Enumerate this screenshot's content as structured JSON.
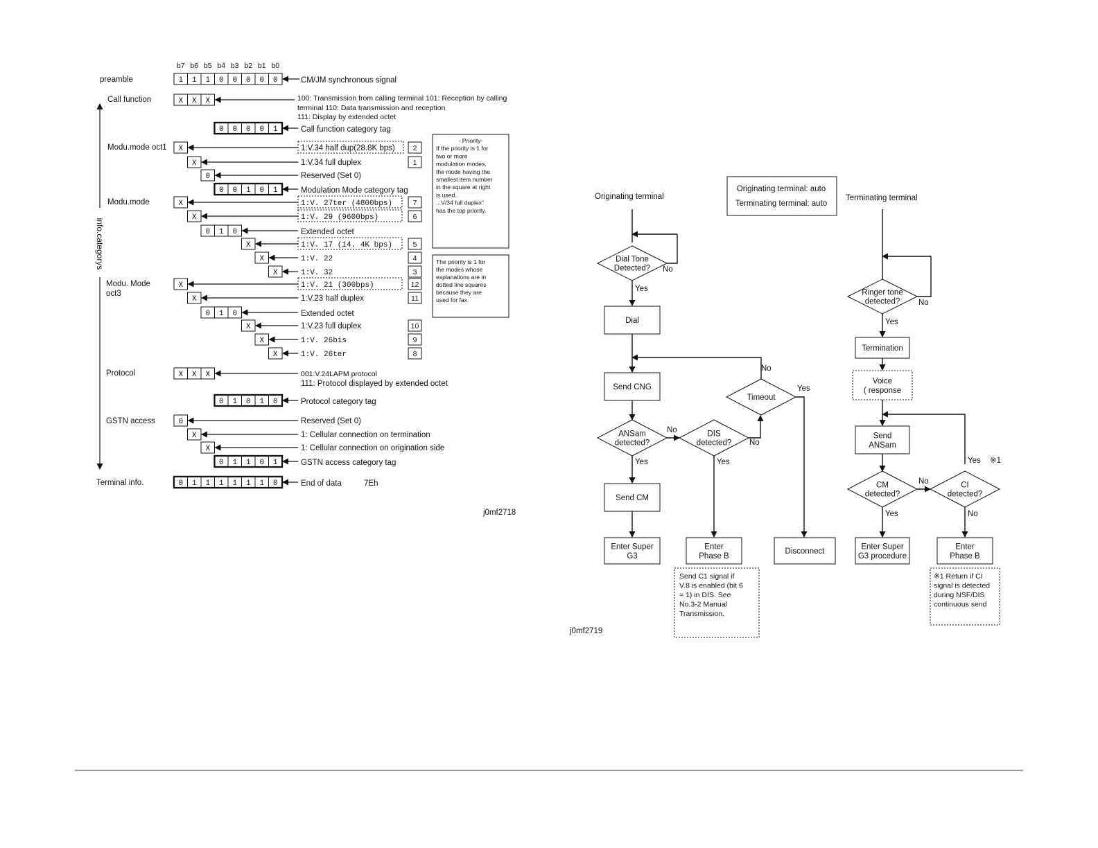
{
  "bits": [
    "b7",
    "b6",
    "b5",
    "b4",
    "b3",
    "b2",
    "b1",
    "b0"
  ],
  "left": {
    "category_axis_label": "info.categorys",
    "figure_id": "j0mf2718",
    "rows": {
      "preamble": {
        "label": "preamble",
        "bits": [
          "1",
          "1",
          "1",
          "0",
          "0",
          "0",
          "0",
          "0"
        ],
        "desc": "CM/JM synchronous signal"
      },
      "call_function": {
        "label": "Call function",
        "bits": [
          "X",
          "X",
          "X"
        ],
        "desc": [
          "100: Transmission from calling terminal    101: Reception by calling",
          "terminal    110: Data transmission and reception",
          "111: Display by extended octet"
        ],
        "tag_bits": [
          "0",
          "0",
          "0",
          "0",
          "1"
        ],
        "tag_desc": "Call function category tag"
      },
      "modu_oct1": {
        "label": "Modu.mode oct1",
        "items": [
          {
            "bit": "X",
            "desc": "1:V.34 half dup(28.8K bps)",
            "num": "2"
          },
          {
            "bit": "X",
            "desc": "1:V.34 full duplex",
            "num": "1"
          },
          {
            "bit": "0",
            "desc": "Reserved (Set 0)"
          }
        ],
        "tag_bits": [
          "0",
          "0",
          "1",
          "0",
          "1"
        ],
        "tag_desc": "Modulation Mode category tag"
      },
      "modu_mode": {
        "label": "Modu.mode",
        "items": [
          {
            "bit": "X",
            "desc": "1:V. 27ter (4800bps)",
            "num": "7"
          },
          {
            "bit": "X",
            "desc": "1:V. 29 (9600bps)",
            "num": "6"
          }
        ],
        "ext_bits": [
          "0",
          "1",
          "0"
        ],
        "ext_desc": "Extended octet",
        "ext_items": [
          {
            "bit": "X",
            "desc": "1:V. 17 (14. 4K bps)",
            "num": "5"
          },
          {
            "bit": "X",
            "desc": "1:V. 22",
            "num": "4"
          },
          {
            "bit": "X",
            "desc": "1:V. 32",
            "num": "3"
          }
        ]
      },
      "modu_oct3": {
        "label": "Modu. Mode",
        "label2": "oct3",
        "items": [
          {
            "bit": "X",
            "desc": "1:V. 21 (300bps)",
            "num": "12"
          },
          {
            "bit": "X",
            "desc": "1:V.23 half duplex",
            "num": "11"
          }
        ],
        "ext_bits": [
          "0",
          "1",
          "0"
        ],
        "ext_desc": "Extended octet",
        "ext_items": [
          {
            "bit": "X",
            "desc": "1:V.23 full duplex",
            "num": "10"
          },
          {
            "bit": "X",
            "desc": "1:V. 26bis",
            "num": "9"
          },
          {
            "bit": "X",
            "desc": "1:V. 26ter",
            "num": "8"
          }
        ]
      },
      "protocol": {
        "label": "Protocol",
        "bits": [
          "X",
          "X",
          "X"
        ],
        "desc": [
          "001:V.24LAPM protocol",
          "111: Protocol displayed by extended octet"
        ],
        "tag_bits": [
          "0",
          "1",
          "0",
          "1",
          "0"
        ],
        "tag_desc": "Protocol category tag"
      },
      "gstn": {
        "label": "GSTN access",
        "items": [
          {
            "bit": "0",
            "desc": "Reserved (Set 0)"
          },
          {
            "bit": "X",
            "desc": "1: Cellular connection on termination"
          },
          {
            "bit": "X",
            "desc": "1: Cellular connection on origination side"
          }
        ],
        "tag_bits": [
          "0",
          "1",
          "1",
          "0",
          "1"
        ],
        "tag_desc": "GSTN access category tag"
      },
      "terminal_info": {
        "label": "Terminal info.",
        "bits": [
          "0",
          "1",
          "1",
          "1",
          "1",
          "1",
          "1",
          "0"
        ],
        "desc": "End of data",
        "code": "7Eh"
      }
    },
    "priority_note": [
      "- Priority-",
      "If the priority is 1 for",
      "two or more",
      "modulation modes,",
      "the mode having the",
      "smallest item number",
      "in the square at right",
      "is used.",
      "...V/34 full duplex\"",
      "has the top priority."
    ],
    "fax_note": [
      "The priority is 1 for",
      "the modes whose",
      "explanations are in",
      "dotted line squares",
      "because they are",
      "used for fax."
    ]
  },
  "right": {
    "figure_id": "j0mf2719",
    "mode_box": [
      "Originating terminal: auto",
      "Terminating terminal: auto"
    ],
    "orig_title": "Originating terminal",
    "term_title": "Terminating terminal",
    "orig": {
      "dial_tone": [
        "Dial Tone",
        "Detected?"
      ],
      "dial": "Dial",
      "send_cng": "Send CNG",
      "ansam": [
        "ANSam",
        "detected?"
      ],
      "dis": [
        "DIS",
        "detected?"
      ],
      "timeout": "Timeout",
      "send_cm": "Send CM",
      "enter_super_g3": [
        "Enter Super",
        "G3"
      ],
      "enter_phase_b": [
        "Enter",
        "Phase B"
      ],
      "disconnect": "Disconnect",
      "c1_note": [
        "Send C1 signal if",
        "V.8 is enabled (bit 6",
        "= 1) in DIS. See",
        "No.3-2 Manual",
        "Transmission."
      ]
    },
    "term": {
      "ringer": [
        "Ringer tone",
        "detected?"
      ],
      "termination": "Termination",
      "voice": [
        "Voice",
        "(  response"
      ],
      "send_ansam": [
        "Send",
        "ANSam"
      ],
      "cm": [
        "CM",
        "detected?"
      ],
      "ci": [
        "CI",
        "detected?"
      ],
      "enter_super_g3": [
        "Enter Super",
        "G3 procedure"
      ],
      "enter_phase_b": [
        "Enter",
        "Phase B"
      ],
      "ci_note": [
        "※1  Return if CI",
        "signal is detected",
        "during NSF/DIS",
        "continuous send"
      ],
      "note_ref": "※1"
    },
    "yes": "Yes",
    "no": "No"
  }
}
